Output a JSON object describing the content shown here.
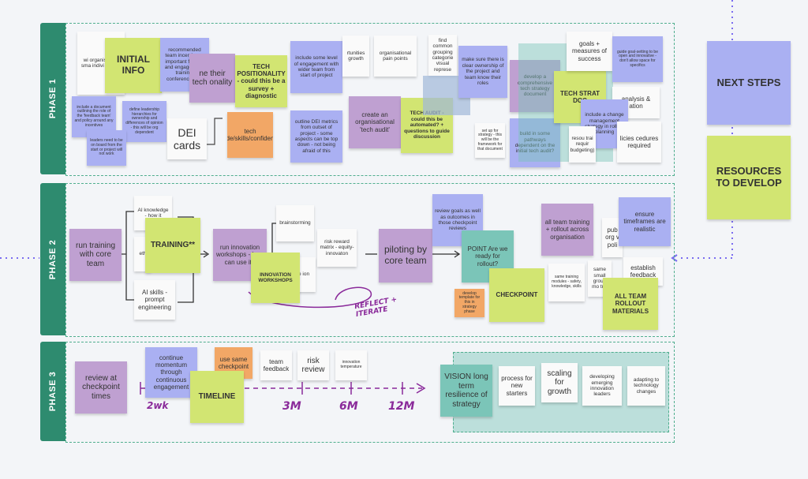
{
  "phases": [
    "PHASE 1",
    "PHASE 2",
    "PHASE 3"
  ],
  "phase1": {
    "initial_info": "INITIAL INFO",
    "wit_note": "wi organis by id sma indivi project",
    "recommended": "recommended team incentives - important for DEI and engagement: training, conferences etc",
    "include_doc": "include a document outlining the role of the 'feedback team' and policy around any incentives",
    "leaders": "leaders need to be on board from the start or project will not work",
    "define_leadership": "define leadership hierarchies for ownership and differences of opinion - this will be org dependent",
    "dei_cards": "DEI cards",
    "tech_note": "ne their tech onality",
    "tech_positionality": "TECH POSITIONALITY - could this be a survey + diagnostic",
    "tech_attitude": "tech attitude/skills/confidence??",
    "include_level": "include some level of engagement with wider team from start of project",
    "outline_dei": "outline DEI metrics from outset of project - some aspects can be top down - not being afraid of this",
    "opportunities": "rtunities growth",
    "org_pain": "organisational pain points",
    "create_audit": "create an organisational 'tech audit'",
    "tech_audit": "TECH AUDIT - could this be automated? + questions to guide discussion",
    "find_common": "find common grouping categorie visual represe",
    "make_sure": "make sure there is clear ownership of the project and team know their roles",
    "set_up": "set up for strategy - this will be the framework for that document",
    "develop_comp": "develop a comprehensive tech strategy document",
    "build_pathways": "build in some pathways dependent on the initial tech audit?",
    "tech_strat": "TECH STRAT DOC",
    "goals": "goals + measures of success",
    "guide_goal": "guide goal-setting to be open and innovative - don't allow space for specifics",
    "include_change": "include a change management strategy in rollout planning",
    "analysis": "analysis & ation",
    "resources_note": "resou trai requir budgeting)",
    "policies": "licies cedures required"
  },
  "phase2": {
    "run_training": "run training with core team",
    "ai_knowledge": "AI knowledge - how it",
    "eth": "eth",
    "training": "TRAINING**",
    "ai_skills": "AI skills - prompt engineering",
    "run_innovation": "run innovation workshops - how can use it?",
    "brainstorming": "brainstorming",
    "innovation_workshops": "INNOVATION WORKSHOPS",
    "ative": "ative ion",
    "risk_reward": "risk reward matrix - equity-innovaton",
    "piloting": "piloting by core team",
    "review_goals": "review goals as well as outcomes in those checkpoint reviews",
    "point_ready": "POINT Are we ready for rollout?",
    "develop_template": "develop template for this in strategy phase",
    "checkpoint": "CHECKPOINT",
    "all_team_training": "all team training + rollout across organisation",
    "same_modules": "same training modules - safety, knowledge, skills",
    "same_small": "same small group mo trai",
    "pub_org": "pub org v poli",
    "ensure": "ensure timeframes are realistic",
    "establish": "establish feedback",
    "all_team_rollout": "ALL TEAM ROLLOUT MATERIALS",
    "reflect": "REFLECT + ITERATE"
  },
  "phase3": {
    "review_checkpoint": "review at checkpoint times",
    "continue": "continue momentum through continuous engagement",
    "use_same": "use same checkpoint",
    "timeline": "TIMELINE",
    "team_feedback": "team feedback",
    "risk_review": "risk review",
    "innovation_temp": "innovation temperature",
    "m2wk": "2wk",
    "m3m": "3M",
    "m6m": "6M",
    "m12m": "12M",
    "vision": "VISION long term resilience of strategy",
    "process": "process for new starters",
    "scaling": "scaling for growth",
    "developing": "developing emerging innovation leaders",
    "adapting": "adapting to technology changes"
  },
  "side": {
    "next_steps": "NEXT STEPS",
    "resources": "RESOURCES TO DEVELOP"
  },
  "colors": {
    "phase_tab": "#2e8b6f",
    "yellow_note": "#d2e572",
    "purple_note": "#bfa0d1",
    "blue_note": "#aab0f2",
    "orange_note": "#f2a766",
    "teal_note": "#7bc5b8"
  }
}
